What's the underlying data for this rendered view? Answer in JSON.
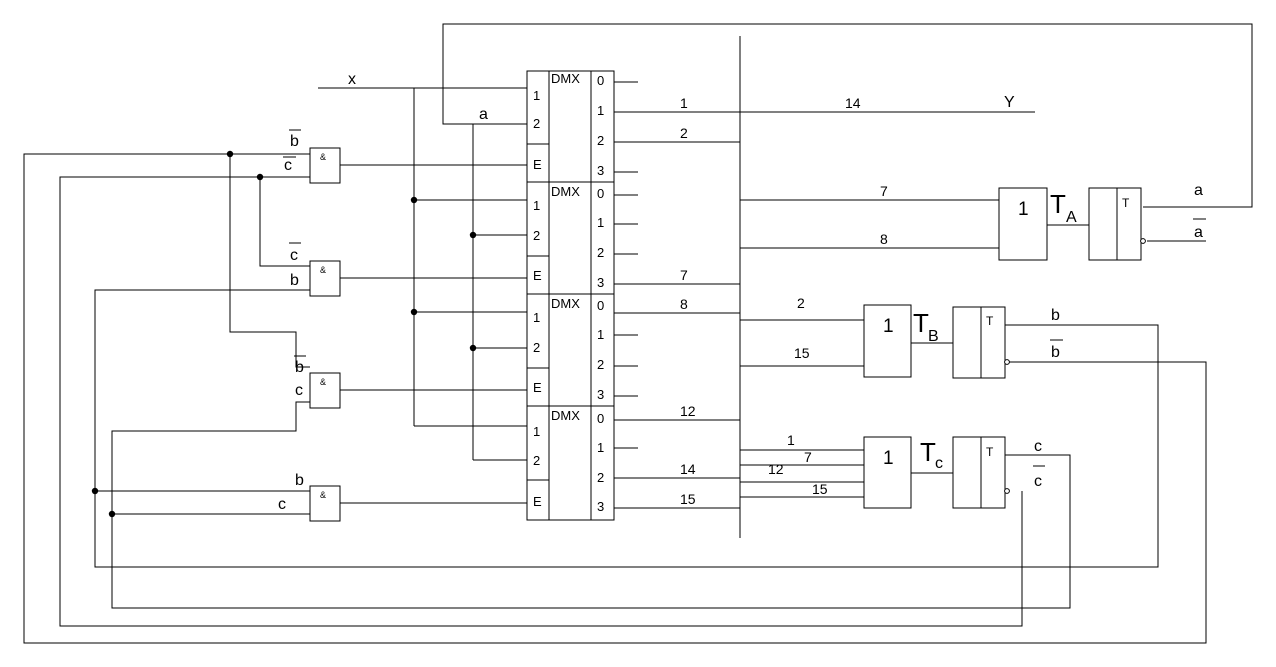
{
  "inputs": {
    "x": "x",
    "a": "a"
  },
  "demux": {
    "label": "DMX",
    "select_pins": [
      "1",
      "2"
    ],
    "enable_pin": "E",
    "outputs": [
      "0",
      "1",
      "2",
      "3"
    ]
  },
  "and_gate": {
    "symbol": "&"
  },
  "or_gate": {
    "symbol": "1"
  },
  "and_inputs": [
    {
      "top": "b",
      "bottom": "c"
    },
    {
      "top": "c",
      "bottom": "b"
    },
    {
      "top": "b",
      "bottom": "c"
    },
    {
      "top": "b",
      "bottom": "c"
    }
  ],
  "bus_labels": {
    "d1_out1": "1",
    "d1_out2": "2",
    "d2_out3": "7",
    "d3_out0": "8",
    "d4_out0": "12",
    "d4_out2": "14",
    "d4_out3": "15",
    "y_line": "14",
    "ta_in1": "7",
    "ta_in2": "8",
    "tb_in1": "2",
    "tb_in2": "15",
    "tc_in1": "1",
    "tc_in2": "7",
    "tc_in3": "12",
    "tc_in4": "15"
  },
  "output_y": "Y",
  "flipflops": {
    "symbol": "T",
    "A": {
      "name": "T",
      "sub": "A",
      "q": "a",
      "qn": "a"
    },
    "B": {
      "name": "T",
      "sub": "B",
      "q": "b",
      "qn": "b"
    },
    "C": {
      "name": "T",
      "sub": "c",
      "q": "c",
      "qn": "c"
    }
  }
}
